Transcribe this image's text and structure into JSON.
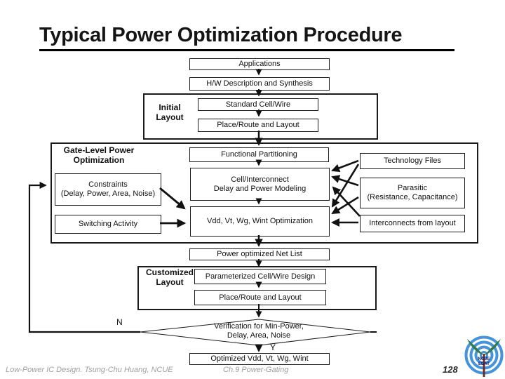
{
  "page": {
    "title": "Typical Power Optimization Procedure",
    "footer_left": "Low-Power IC Design. Tsung-Chu Huang, NCUE",
    "footer_center": "Ch.9 Power-Gating",
    "page_number": "128"
  },
  "containers": {
    "initial_layout": "Initial Layout",
    "gate_level": "Gate-Level Power Optimization",
    "customized_layout": "Customized Layout"
  },
  "nodes": {
    "applications": "Applications",
    "hw_description": "H/W Description and Synthesis",
    "standard_cell_wire": "Standard Cell/Wire",
    "place_route_initial": "Place/Route and Layout",
    "functional_partitioning": "Functional Partitioning",
    "constraints_line1": "Constraints",
    "constraints_line2": "(Delay, Power, Area, Noise)",
    "cell_interconnect_line1": "Cell/Interconnect",
    "cell_interconnect_line2": "Delay and Power Modeling",
    "switching_activity": "Switching Activity",
    "vdd_optimization": "Vdd, Vt, Wg, Wint Optimization",
    "technology_files": "Technology Files",
    "parasitic_line1": "Parasitic",
    "parasitic_line2": "(Resistance, Capacitance)",
    "interconnects_from_layout": "Interconnects from layout",
    "power_optimized_netlist": "Power optimized Net List",
    "parameterized_cell_wire": "Parameterized Cell/Wire Design",
    "place_route_customized": "Place/Route and Layout",
    "verification_line1": "Verification for Min-Power,",
    "verification_line2": "Delay, Area, Noise",
    "optimized_result": "Optimized Vdd, Vt, Wg, Wint"
  },
  "decision_labels": {
    "no": "N",
    "yes": "Y"
  },
  "colors": {
    "footer_text": "#9f9f9f",
    "logo_ring_blue": "#4493dd",
    "logo_leaf_green": "#337a4d",
    "logo_stem_red": "#71251a",
    "logo_text_navy": "#1c1c66"
  },
  "logo": {
    "line1": "NCUE",
    "line2": "EDAT"
  }
}
